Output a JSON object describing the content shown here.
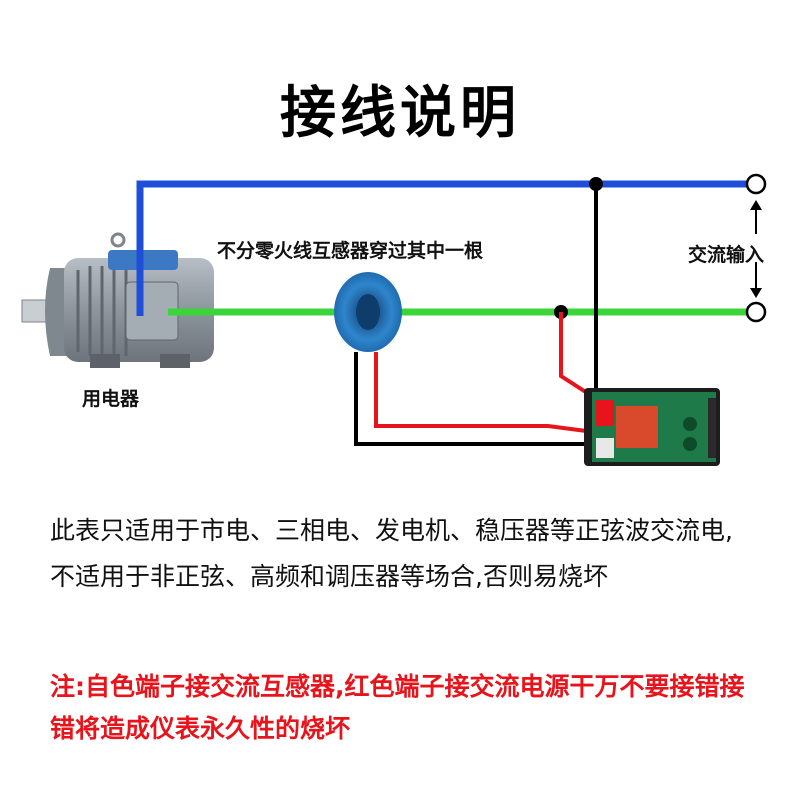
{
  "title": "接线说明",
  "labels": {
    "ct_note": "不分零火线互感器穿过其中一根",
    "ac_input": "交流输入",
    "appliance": "用电器"
  },
  "description": "此表只适用于市电、三相电、发电机、稳压器等正弦波交流电,不适用于非正弦、高频和调压器等场合,否则易烧坏",
  "warning": "注:自色端子接交流互感器,红色端子接交流电源干万不要接错接错将造成仪表永久性的烧坏",
  "colors": {
    "blue_wire": "#1f4fd8",
    "green_wire": "#3bd43b",
    "red_wire": "#e8141c",
    "black_wire": "#000000",
    "ct_ring": "#2b7fc4",
    "motor_body": "#9aa3ab",
    "meter_board": "#1f7a4a",
    "warning_text": "#e8141c"
  },
  "icons": [
    "motor-illustration",
    "current-transformer-ring",
    "panel-meter-board",
    "terminal-circle-icon"
  ]
}
